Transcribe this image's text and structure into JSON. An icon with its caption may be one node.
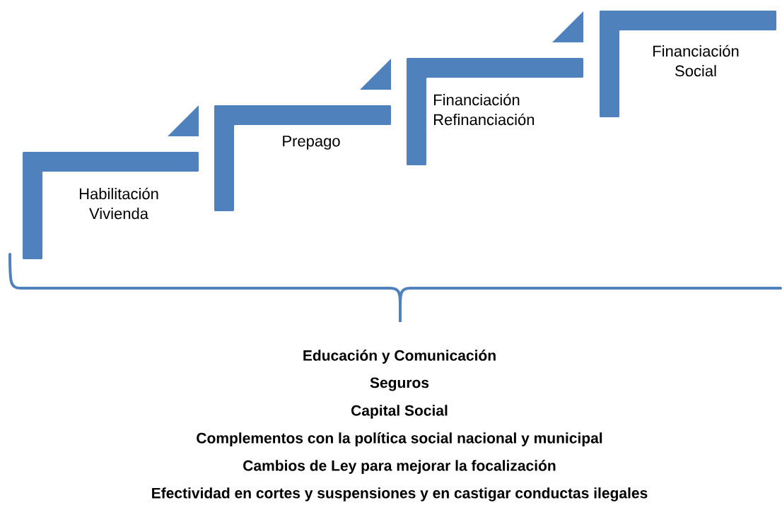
{
  "diagram": {
    "nodes": [
      {
        "text": [
          "Habilitación Vivienda"
        ]
      },
      {
        "text": [
          "Prepago"
        ]
      },
      {
        "text": [
          "Financiación Refinanciación"
        ]
      },
      {
        "text": [
          "Financiación Social"
        ]
      }
    ],
    "labels": [
      "Educación y Comunicación",
      "Seguros",
      "Capital Social",
      "Complementos con la política social nacional y municipal",
      "Cambios de Ley para mejorar la focalización",
      "Efectividad en cortes y suspensiones y en castigar conductas ilegales"
    ]
  }
}
